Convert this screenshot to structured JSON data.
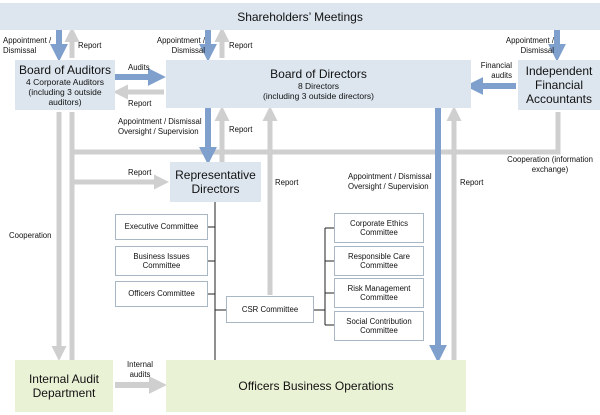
{
  "boxes": {
    "shareholders": "Shareholders’ Meetings",
    "auditors": {
      "title": "Board of Auditors",
      "line1": "4 Corporate Auditors",
      "line2": "(including 3 outside auditors)"
    },
    "directors": {
      "title": "Board of Directors",
      "line1": "8 Directors",
      "line2": "(including 3 outside directors)"
    },
    "accountants": {
      "line1": "Independent",
      "line2": "Financial",
      "line3": "Accountants"
    },
    "representative": {
      "line1": "Representative",
      "line2": "Directors"
    },
    "committees_left": [
      "Executive Committee",
      "Business Issues Committee",
      "Officers Committee"
    ],
    "csr": "CSR Committee",
    "committees_right": [
      "Corporate Ethics Committee",
      "Responsible Care Committee",
      "Risk Management Committee",
      "Social Contribution Committee"
    ],
    "audit_dept": {
      "line1": "Internal Audit",
      "line2": "Department"
    },
    "operations": "Officers Business Operations"
  },
  "labels": {
    "appt_dismissal": "Appointment / Dismissal",
    "report": "Report",
    "audits": "Audits",
    "financial_audits": "Financial audits",
    "oversight": "Appointment / Dismissal Oversight / Supervision",
    "cooperation": "Cooperation",
    "cooperation_info": "Cooperation (information exchange)",
    "internal_audits": "Internal audits"
  },
  "colors": {
    "blue_arrow": "#7f9fcc",
    "gray_arrow": "#cfcfcf",
    "line": "#222222",
    "blue_box": "#dde6ef",
    "green_box": "#eaf2d6"
  }
}
